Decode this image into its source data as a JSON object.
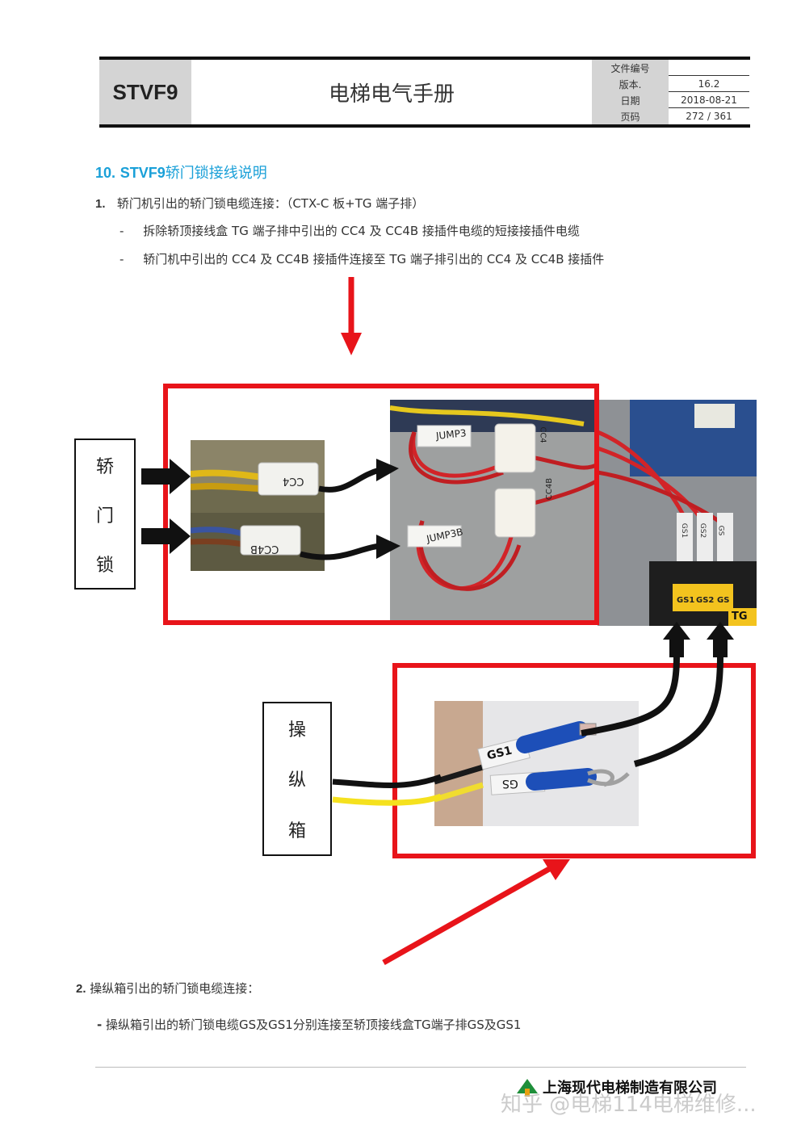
{
  "header": {
    "code": "STVF9",
    "title": "电梯电气手册",
    "rows": [
      {
        "label": "文件编号",
        "value": ""
      },
      {
        "label": "版本.",
        "value": "16.2"
      },
      {
        "label": "日期",
        "value": "2018-08-21"
      },
      {
        "label": "页码",
        "value": "272 / 361"
      }
    ]
  },
  "section": {
    "number": "10.",
    "code": "STVF9",
    "title": "轿门锁接线说明"
  },
  "step1": {
    "num": "1.",
    "text": "轿门机引出的轿门锁电缆连接：（CTX-C 板+TG 端子排）",
    "bullets": [
      "拆除轿顶接线盒 TG 端子排中引出的 CC4 及 CC4B 接插件电缆的短接接插件电缆",
      "轿门机中引出的 CC4 及 CC4B 接插件连接至 TG 端子排引出的 CC4 及 CC4B 接插件"
    ]
  },
  "figure": {
    "box_car_door_lock": [
      "轿",
      "门",
      "锁"
    ],
    "box_cop": [
      "操",
      "纵",
      "箱"
    ],
    "connector_labels": [
      "CC4",
      "CC4B"
    ],
    "jumper_labels": [
      "JUMP3",
      "JUMP3B",
      "CC4",
      "CC4B"
    ],
    "terminal_labels": [
      "GS1",
      "GS2",
      "GS",
      "TG"
    ],
    "board_wire_labels": [
      "GS1",
      "GS2",
      "GS"
    ],
    "cop_wire_labels": [
      "GS1",
      "GS"
    ]
  },
  "step2": {
    "num": "2.",
    "text": "操纵箱引出的轿门锁电缆连接：",
    "bullet": "操纵箱引出的轿门锁电缆GS及GS1分别连接至轿顶接线盒TG端子排GS及GS1"
  },
  "footer": {
    "company": "上海现代电梯制造有限公司",
    "watermark": "知乎 @电梯114电梯维修..."
  },
  "colors": {
    "accent": "#1aa0d8",
    "highlight_red": "#e8141a",
    "header_gray": "#d4d4d4"
  }
}
